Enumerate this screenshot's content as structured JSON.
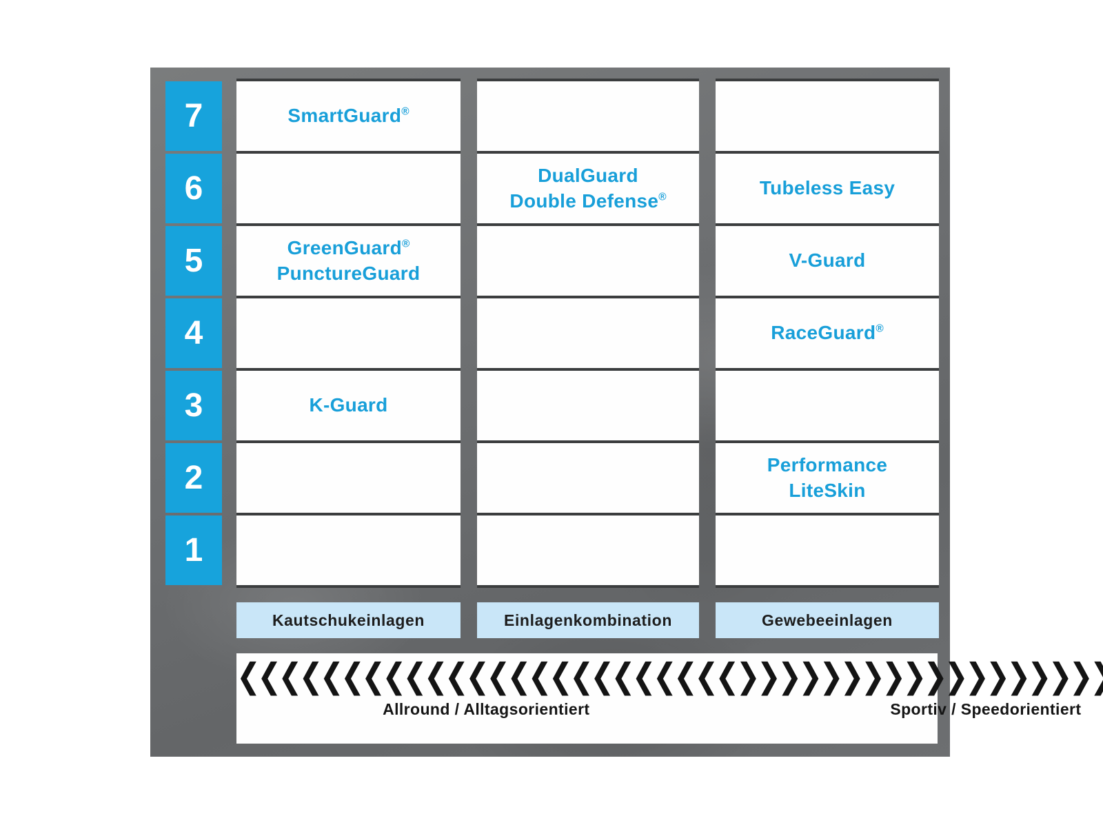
{
  "palette": {
    "brand_blue": "#17a3dc",
    "label_blue": "#189fd9",
    "light_blue_bar": "#c9e6f8",
    "panel_gray": "#6e7072",
    "separator_dark": "#3b3d3e",
    "cell_white": "#fefefe"
  },
  "levels": [
    "7",
    "6",
    "5",
    "4",
    "3",
    "2",
    "1"
  ],
  "columns": [
    {
      "category": "Kautschukeinlagen",
      "cells": {
        "7": "SmartGuard®",
        "5": "GreenGuard®\nPunctureGuard",
        "3": "K-Guard"
      }
    },
    {
      "category": "Einlagenkombination",
      "cells": {
        "6": "DualGuard\nDouble Defense®"
      }
    },
    {
      "category": "Gewebeeinlagen",
      "cells": {
        "6": "Tubeless Easy",
        "5": "V-Guard",
        "4": "RaceGuard®",
        "2": "Performance\nLiteSkin"
      }
    }
  ],
  "footer": {
    "left_chevrons": "❮❮❮❮❮❮❮❮❮❮❮❮❮❮❮❮❮❮❮❮❮❮❮❮",
    "right_chevrons": "❯❯❯❯❯❯❯❯❯❯❯❯❯❯❯❯❯❯❯❯❯❯❯❯",
    "left_label": "Allround / Alltagsorientiert",
    "right_label": "Sportiv / Speedorientiert"
  }
}
